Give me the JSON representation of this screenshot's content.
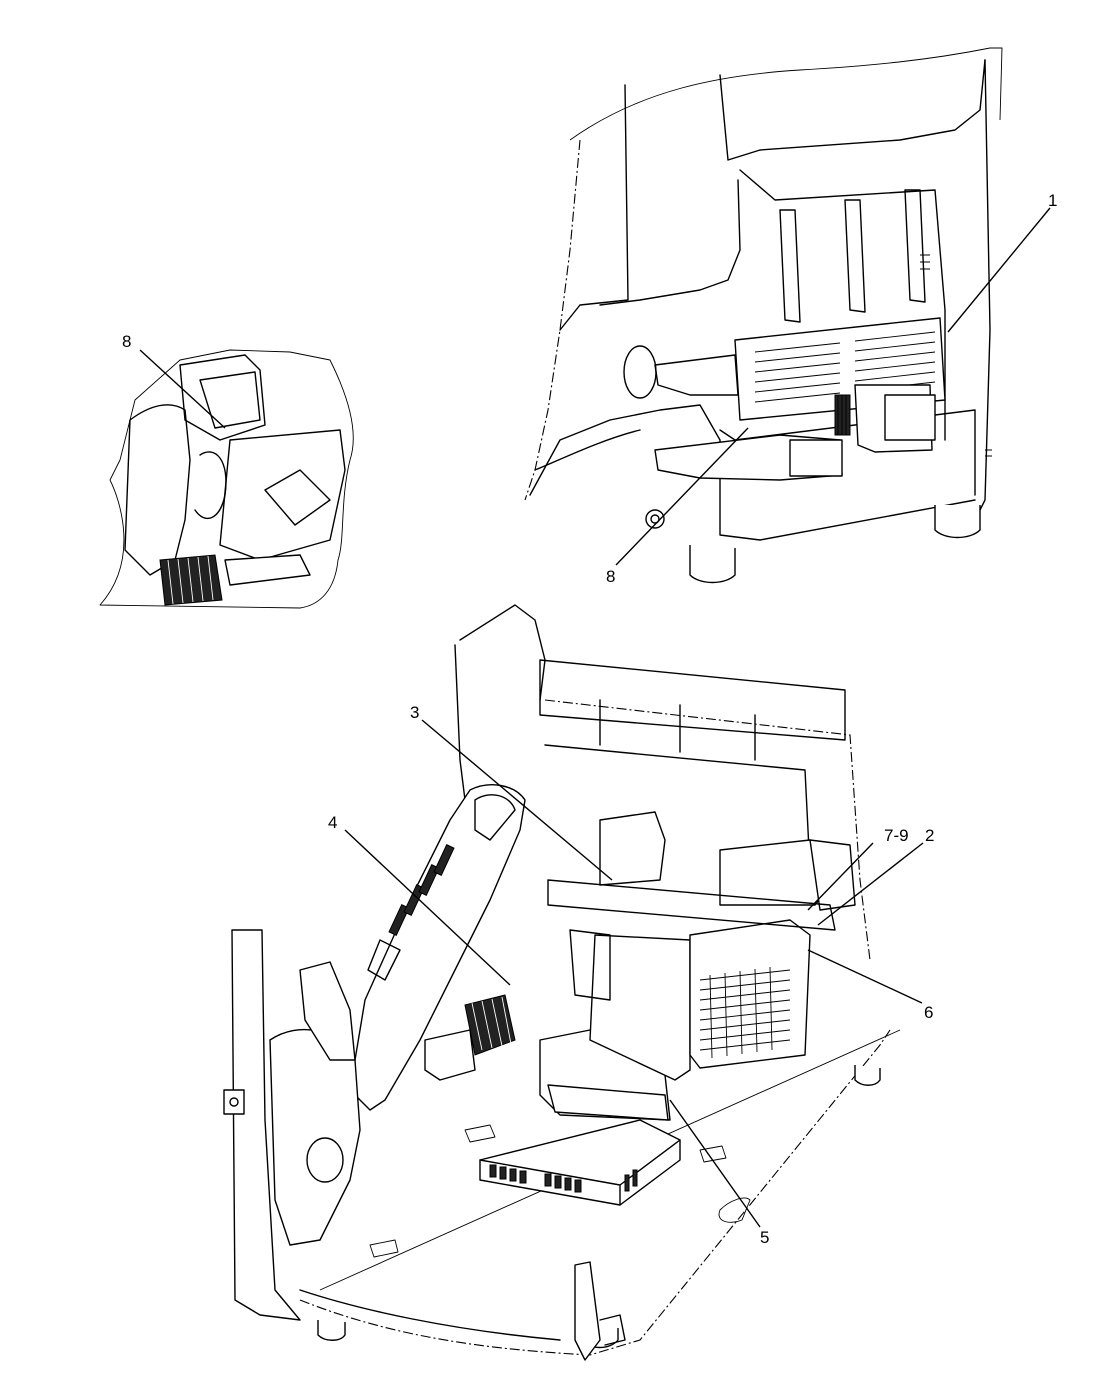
{
  "callouts": {
    "c1": "1",
    "c2": "2",
    "c3": "3",
    "c4": "4",
    "c5": "5",
    "c6": "6",
    "c79": "7-9",
    "c8a": "8",
    "c8b": "8"
  }
}
